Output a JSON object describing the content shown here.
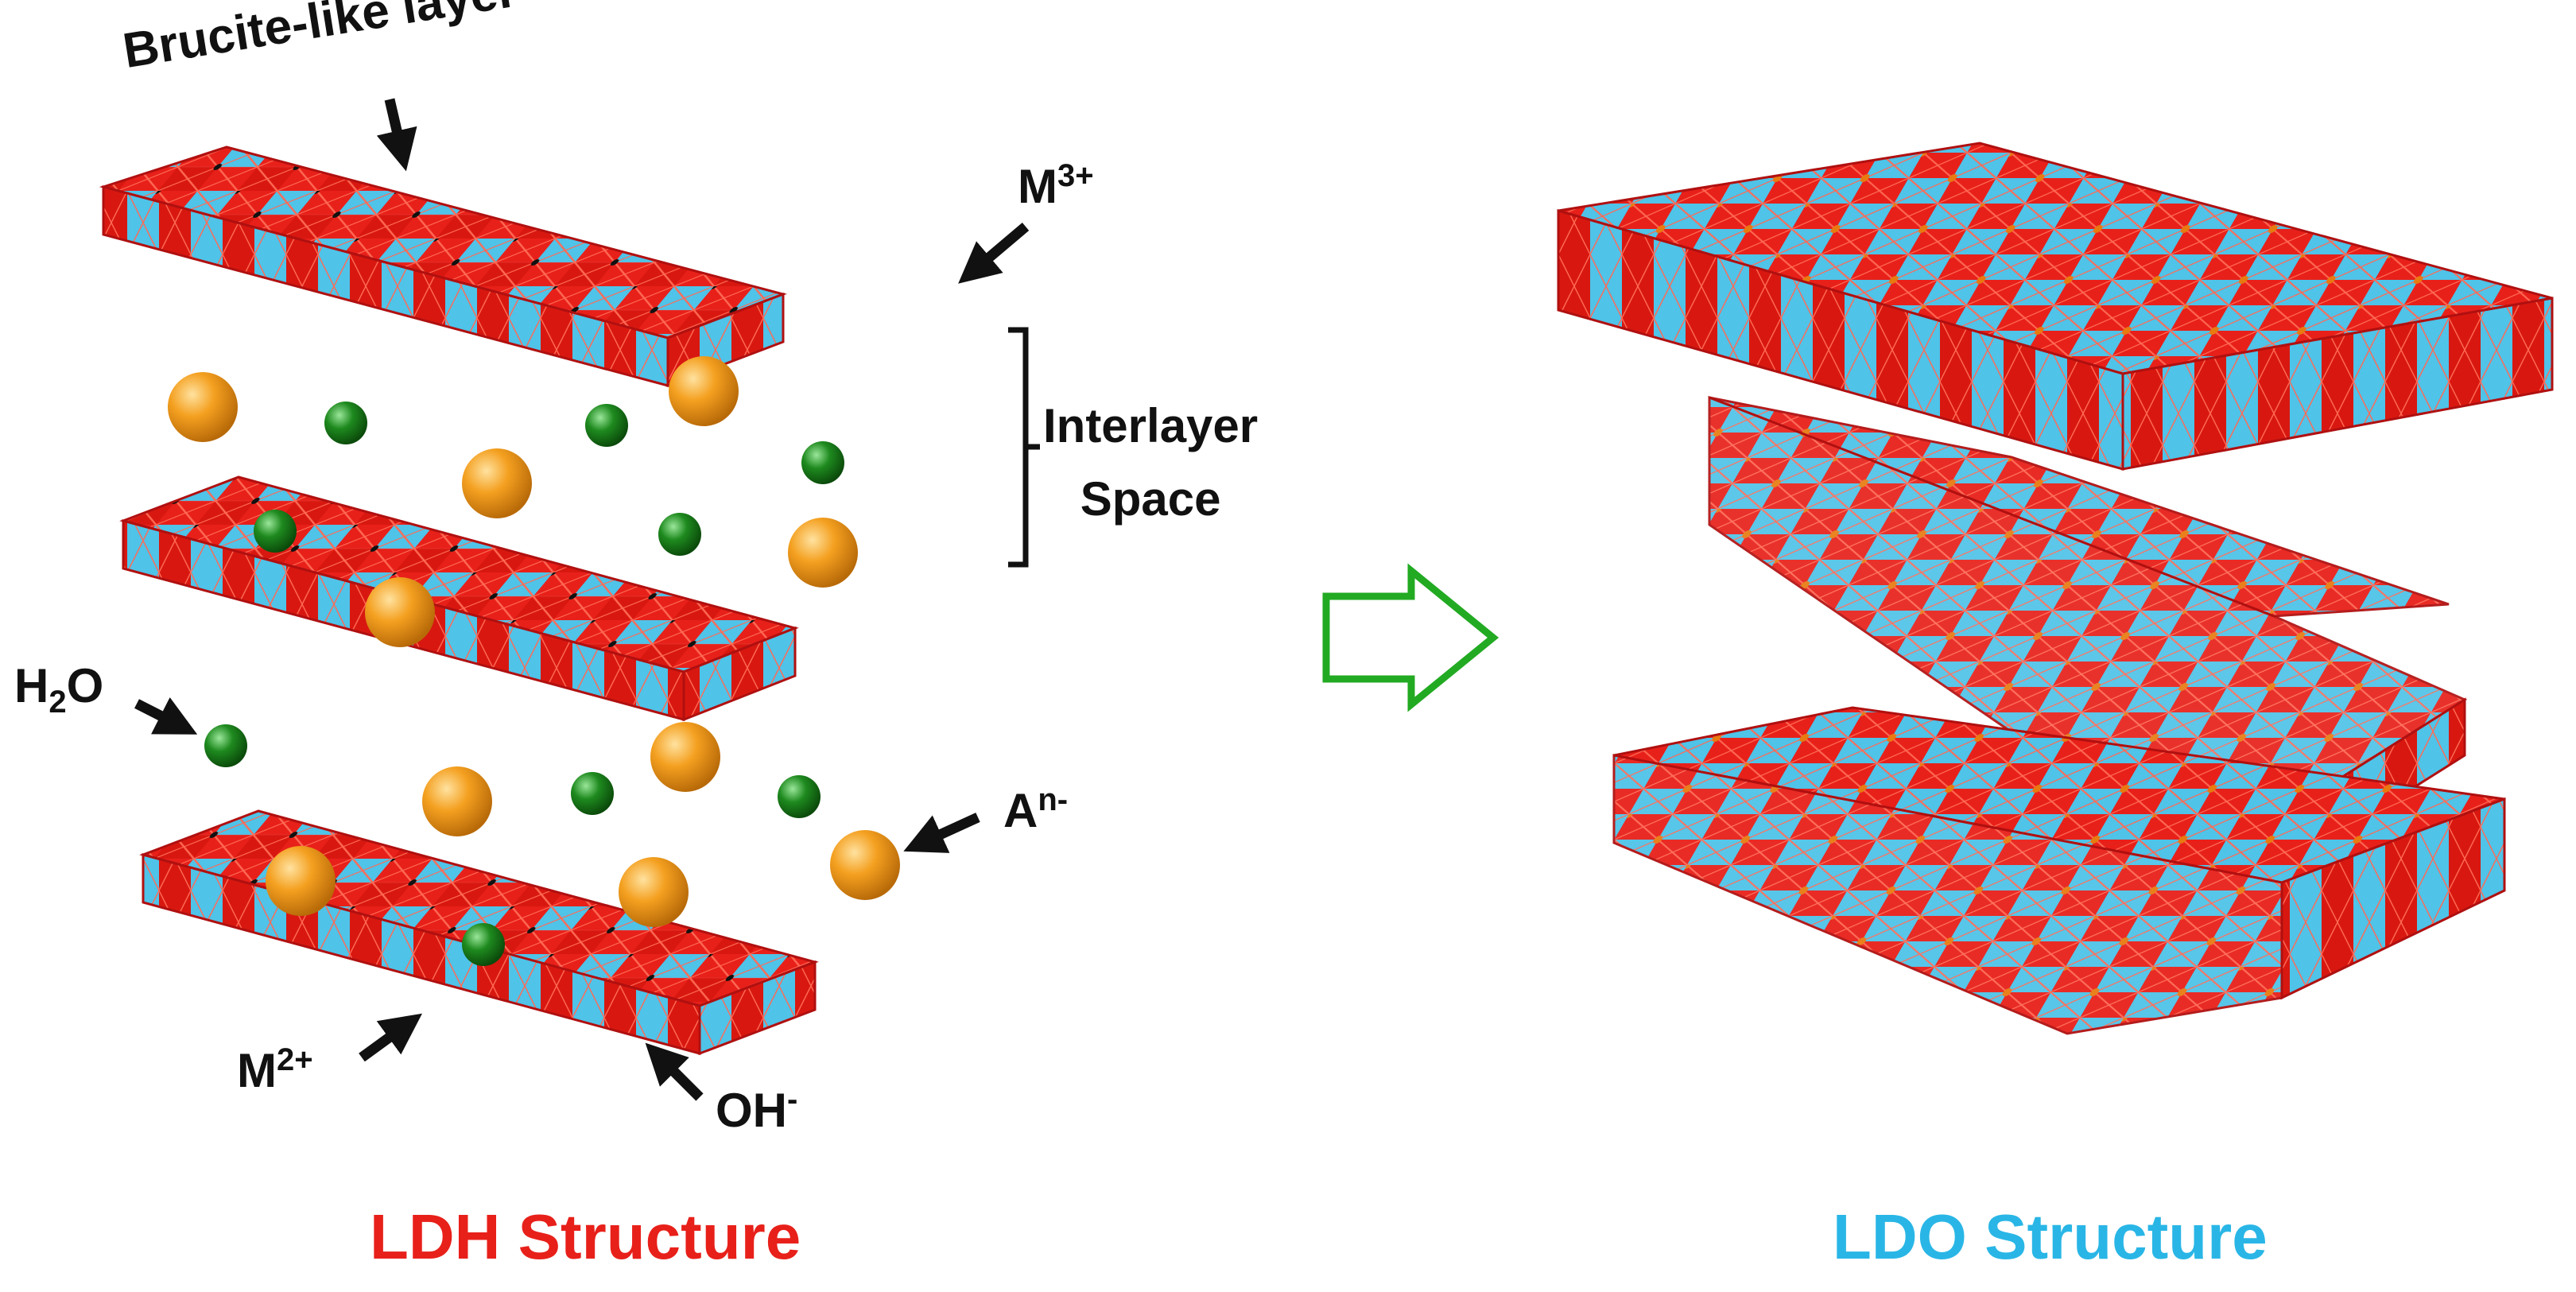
{
  "labels": {
    "brucite": "Brucite-like layer",
    "m3_base": "M",
    "m3_sup": "3+",
    "interlayer_line1": "Interlayer",
    "interlayer_line2": "Space",
    "h2o_h": "H",
    "h2o_sub": "2",
    "h2o_o": "O",
    "anion_base": "A",
    "anion_sup": "n-",
    "m2_base": "M",
    "m2_sup": "2+",
    "oh_base": "OH",
    "oh_sup": "-"
  },
  "titles": {
    "ldh": "LDH Structure",
    "ldo": "LDO Structure"
  },
  "colors": {
    "red_octahedra": "#e8201a",
    "cyan_octahedra": "#4fc3e8",
    "anion_sphere": "#f4a020",
    "water_sphere": "#1e8a1e",
    "arrow_outline": "#22aa22",
    "ldh_title": "#e8201a",
    "ldo_title": "#29b6e6"
  }
}
